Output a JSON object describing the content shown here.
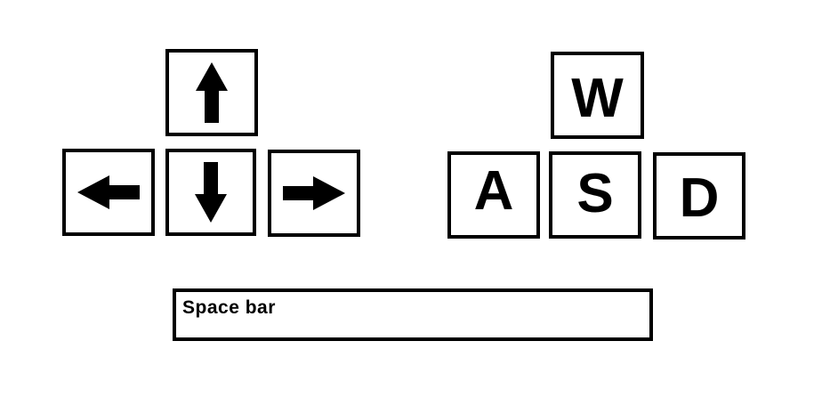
{
  "arrow_keys": {
    "up": {
      "icon": "arrow-up-icon"
    },
    "down": {
      "icon": "arrow-down-icon"
    },
    "left": {
      "icon": "arrow-left-icon"
    },
    "right": {
      "icon": "arrow-right-icon"
    }
  },
  "wasd_keys": {
    "w": "W",
    "a": "A",
    "s": "S",
    "d": "D"
  },
  "space_bar": {
    "label": "Space bar"
  },
  "colors": {
    "key_border": "#000000",
    "key_fill": "#ffffff",
    "background": "#ffffff"
  }
}
